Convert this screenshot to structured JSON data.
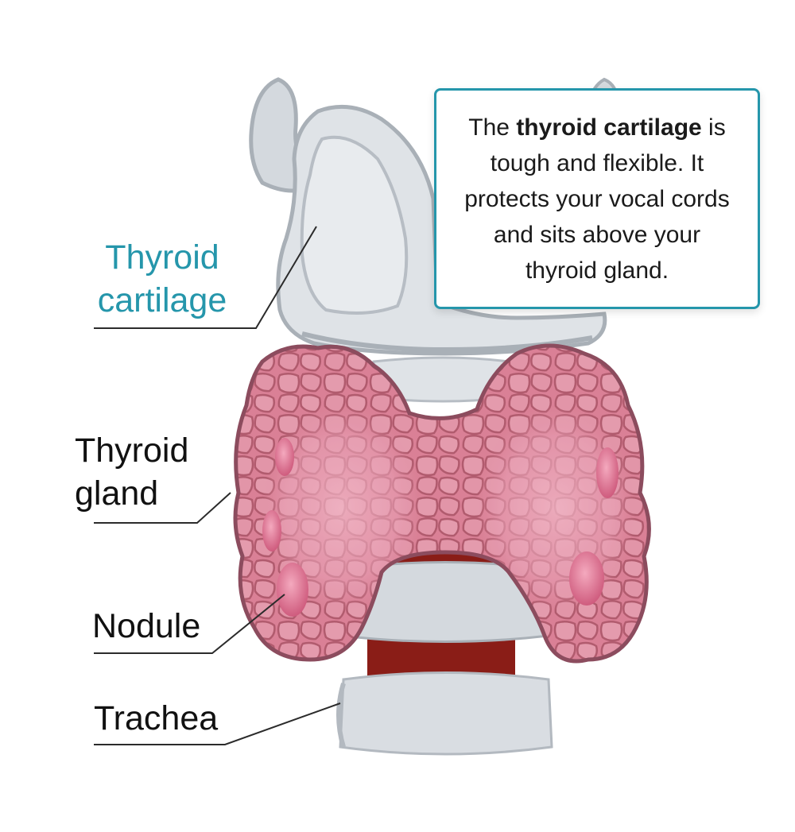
{
  "labels": {
    "thyroid_cartilage_line1": "Thyroid",
    "thyroid_cartilage_line2": "cartilage",
    "thyroid_gland_line1": "Thyroid",
    "thyroid_gland_line2": "gland",
    "nodule": "Nodule",
    "trachea": "Trachea"
  },
  "callout": {
    "prefix": "The ",
    "bold": "thyroid cartilage",
    "suffix": " is tough and flexible. It protects your vocal cords and sits above your thyroid gland."
  },
  "colors": {
    "accent": "#2596ab",
    "cartilage": "#dde1e5",
    "gland": "#d77f91",
    "trachea_band": "#8a1d17"
  }
}
